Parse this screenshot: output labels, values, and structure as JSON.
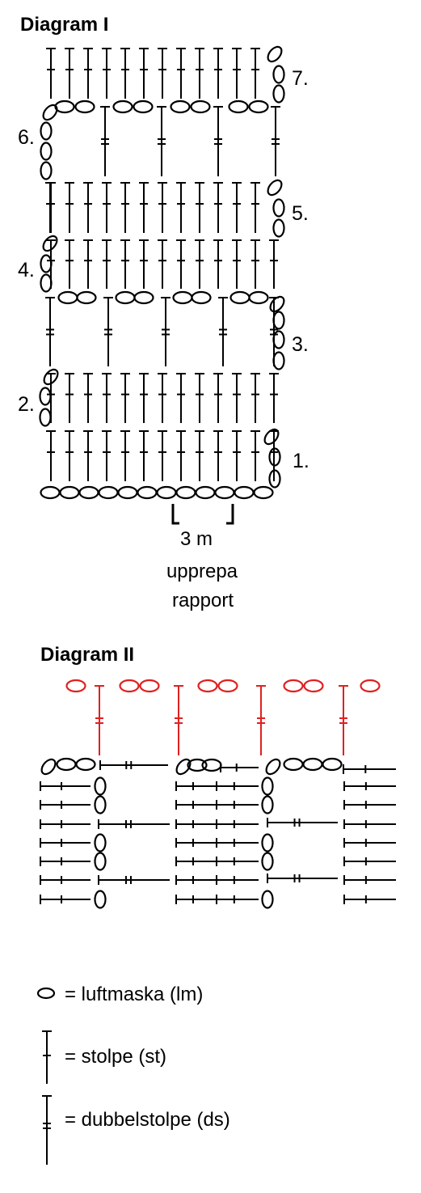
{
  "diagram1": {
    "title": "Diagram I",
    "row_labels": [
      "1.",
      "2.",
      "3.",
      "4.",
      "5.",
      "6.",
      "7."
    ],
    "repeat_label_1": "3 m",
    "repeat_label_2": "upprepa",
    "repeat_label_3": "rapport"
  },
  "diagram2": {
    "title": "Diagram II",
    "highlight_color": "#e02020"
  },
  "legend": {
    "chain": "= luftmaska (lm)",
    "dc": "= stolpe (st)",
    "tr": "= dubbelstolpe (ds)"
  }
}
